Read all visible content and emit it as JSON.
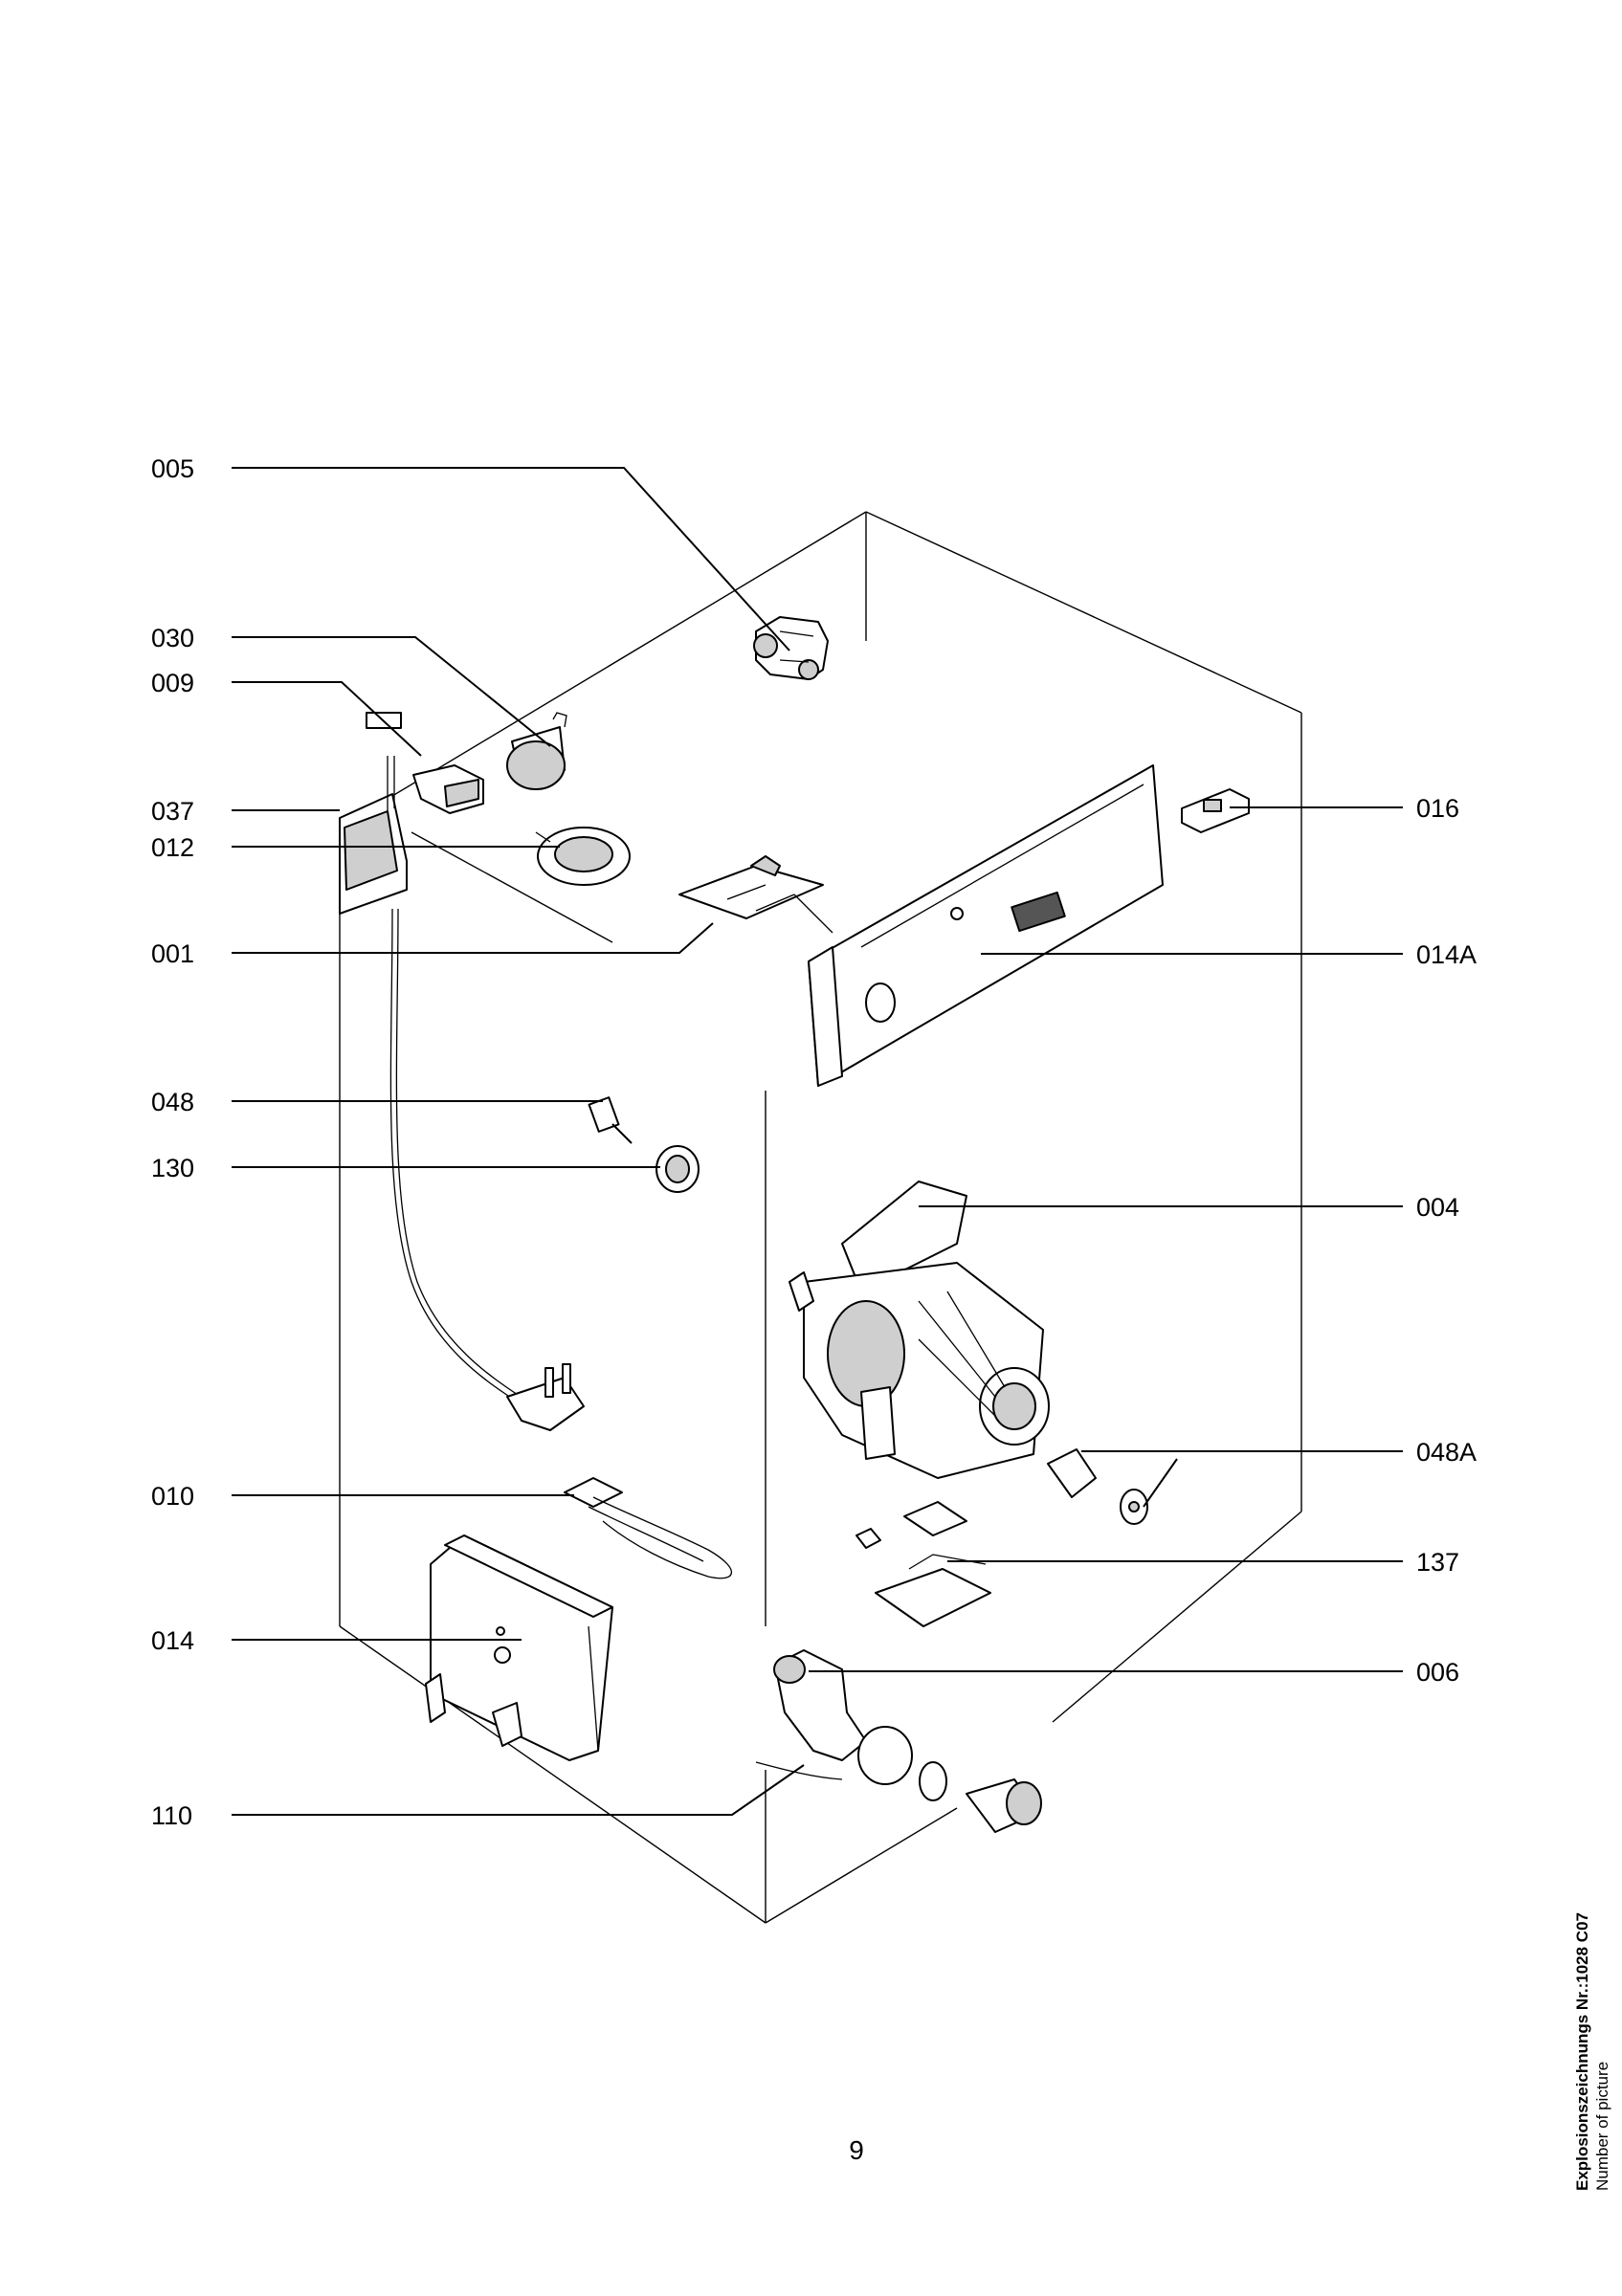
{
  "page_number": "9",
  "side_note": {
    "title": "Explosionszeichnungs Nr.:1028 C07",
    "subtitle": "Number of picture"
  },
  "callouts": {
    "c005": "005",
    "c030": "030",
    "c009": "009",
    "c037": "037",
    "c012": "012",
    "c001": "001",
    "c048": "048",
    "c130": "130",
    "c010": "010",
    "c014": "014",
    "c110": "110",
    "c016": "016",
    "c014A": "014A",
    "c004": "004",
    "c048A": "048A",
    "c137": "137",
    "c006": "006"
  }
}
